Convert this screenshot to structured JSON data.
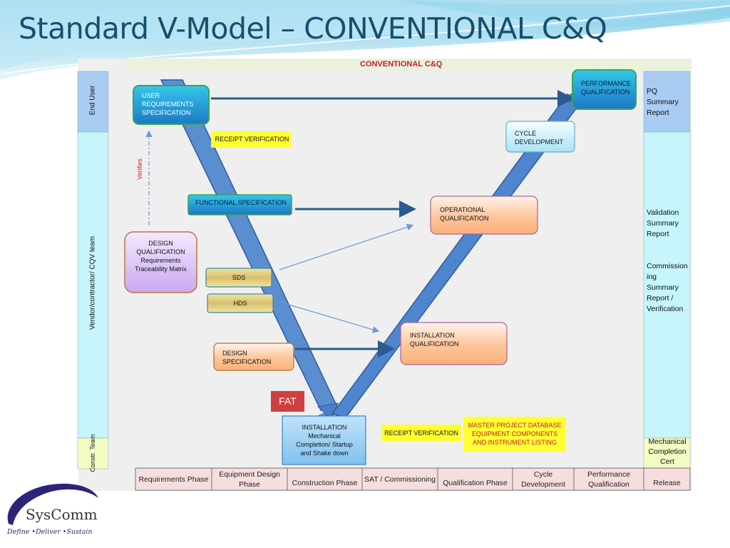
{
  "slide": {
    "title": "Standard V-Model – CONVENTIONAL C&Q"
  },
  "diagram": {
    "header": "CONVENTIONAL C&Q",
    "lanes": {
      "end_user": "End User",
      "vendor": "Vendor/contractor/ CQV team",
      "constr": "Constr. Team"
    },
    "boxes": {
      "urs": "USER REQUIREMENTS SPECIFICATION",
      "functional_spec": "FUNCTIONAL SPECIFICATION",
      "design_qualification": "DESIGN QUALIFICATION Requirements Traceability Matrix",
      "sds": "SDS",
      "hds": "HDS",
      "design_spec": "DESIGN SPECIFICATION",
      "fat": "FAT",
      "installation": "INSTALLATION Mechanical Completion/ Startup and Shake down",
      "receipt_verification_top": "RECEIPT VERIFICATION",
      "receipt_verification_bottom": "RECEIPT VERIFICATION",
      "master_db": "MASTER PROJECT DATABASE EQUIPMENT COMPONENTS AND INSTRUMENT LISTING",
      "installation_qualification": "INSTALLATION QUALIFICATION",
      "operational_qualification": "OPERATIONAL QUALIFICATION",
      "cycle_development": "CYCLE DEVELOPMENT",
      "performance_qualification": "PERFORMANCE QUALIFICATION"
    },
    "verifies": "Verifies",
    "right_column": {
      "pq_summary": "PQ Summary Report",
      "validation_summary": "Validation Summary Report",
      "commissioning_summary": "Commission ing Summary Report / Verification",
      "mechanical_completion": "Mechanical Completion Cert"
    },
    "phases": [
      "Requirements Phase",
      "Equipment Design Phase",
      "Construction Phase",
      "SAT / Commissioning",
      "Qualification Phase",
      "Cycle Development",
      "Performance Qualification",
      "Release"
    ]
  },
  "logo": {
    "name": "SysComm",
    "tagline": "Define •Deliver •Sustain"
  }
}
